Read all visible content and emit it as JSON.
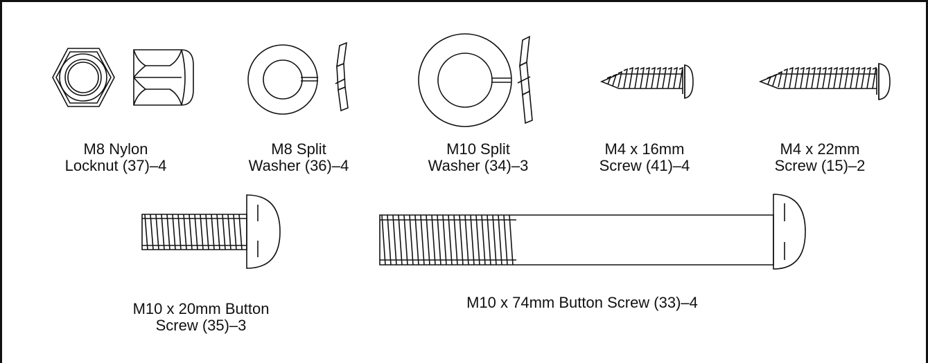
{
  "parts": [
    {
      "id": "nylon-locknut",
      "line1": "M8 Nylon",
      "line2": "Locknut (37)–4"
    },
    {
      "id": "m8-split-washer",
      "line1": "M8 Split",
      "line2": "Washer (36)–4"
    },
    {
      "id": "m10-split-washer",
      "line1": "M10 Split",
      "line2": "Washer (34)–3"
    },
    {
      "id": "m4x16-screw",
      "line1": "M4 x 16mm",
      "line2": "Screw (41)–4"
    },
    {
      "id": "m4x22-screw",
      "line1": "M4 x 22mm",
      "line2": "Screw (15)–2"
    },
    {
      "id": "m10x20-button-screw",
      "line1": "M10 x 20mm Button",
      "line2": "Screw (35)–3"
    },
    {
      "id": "m10x74-button-screw",
      "line1": "M10 x 74mm Button Screw (33)–4",
      "line2": ""
    }
  ]
}
